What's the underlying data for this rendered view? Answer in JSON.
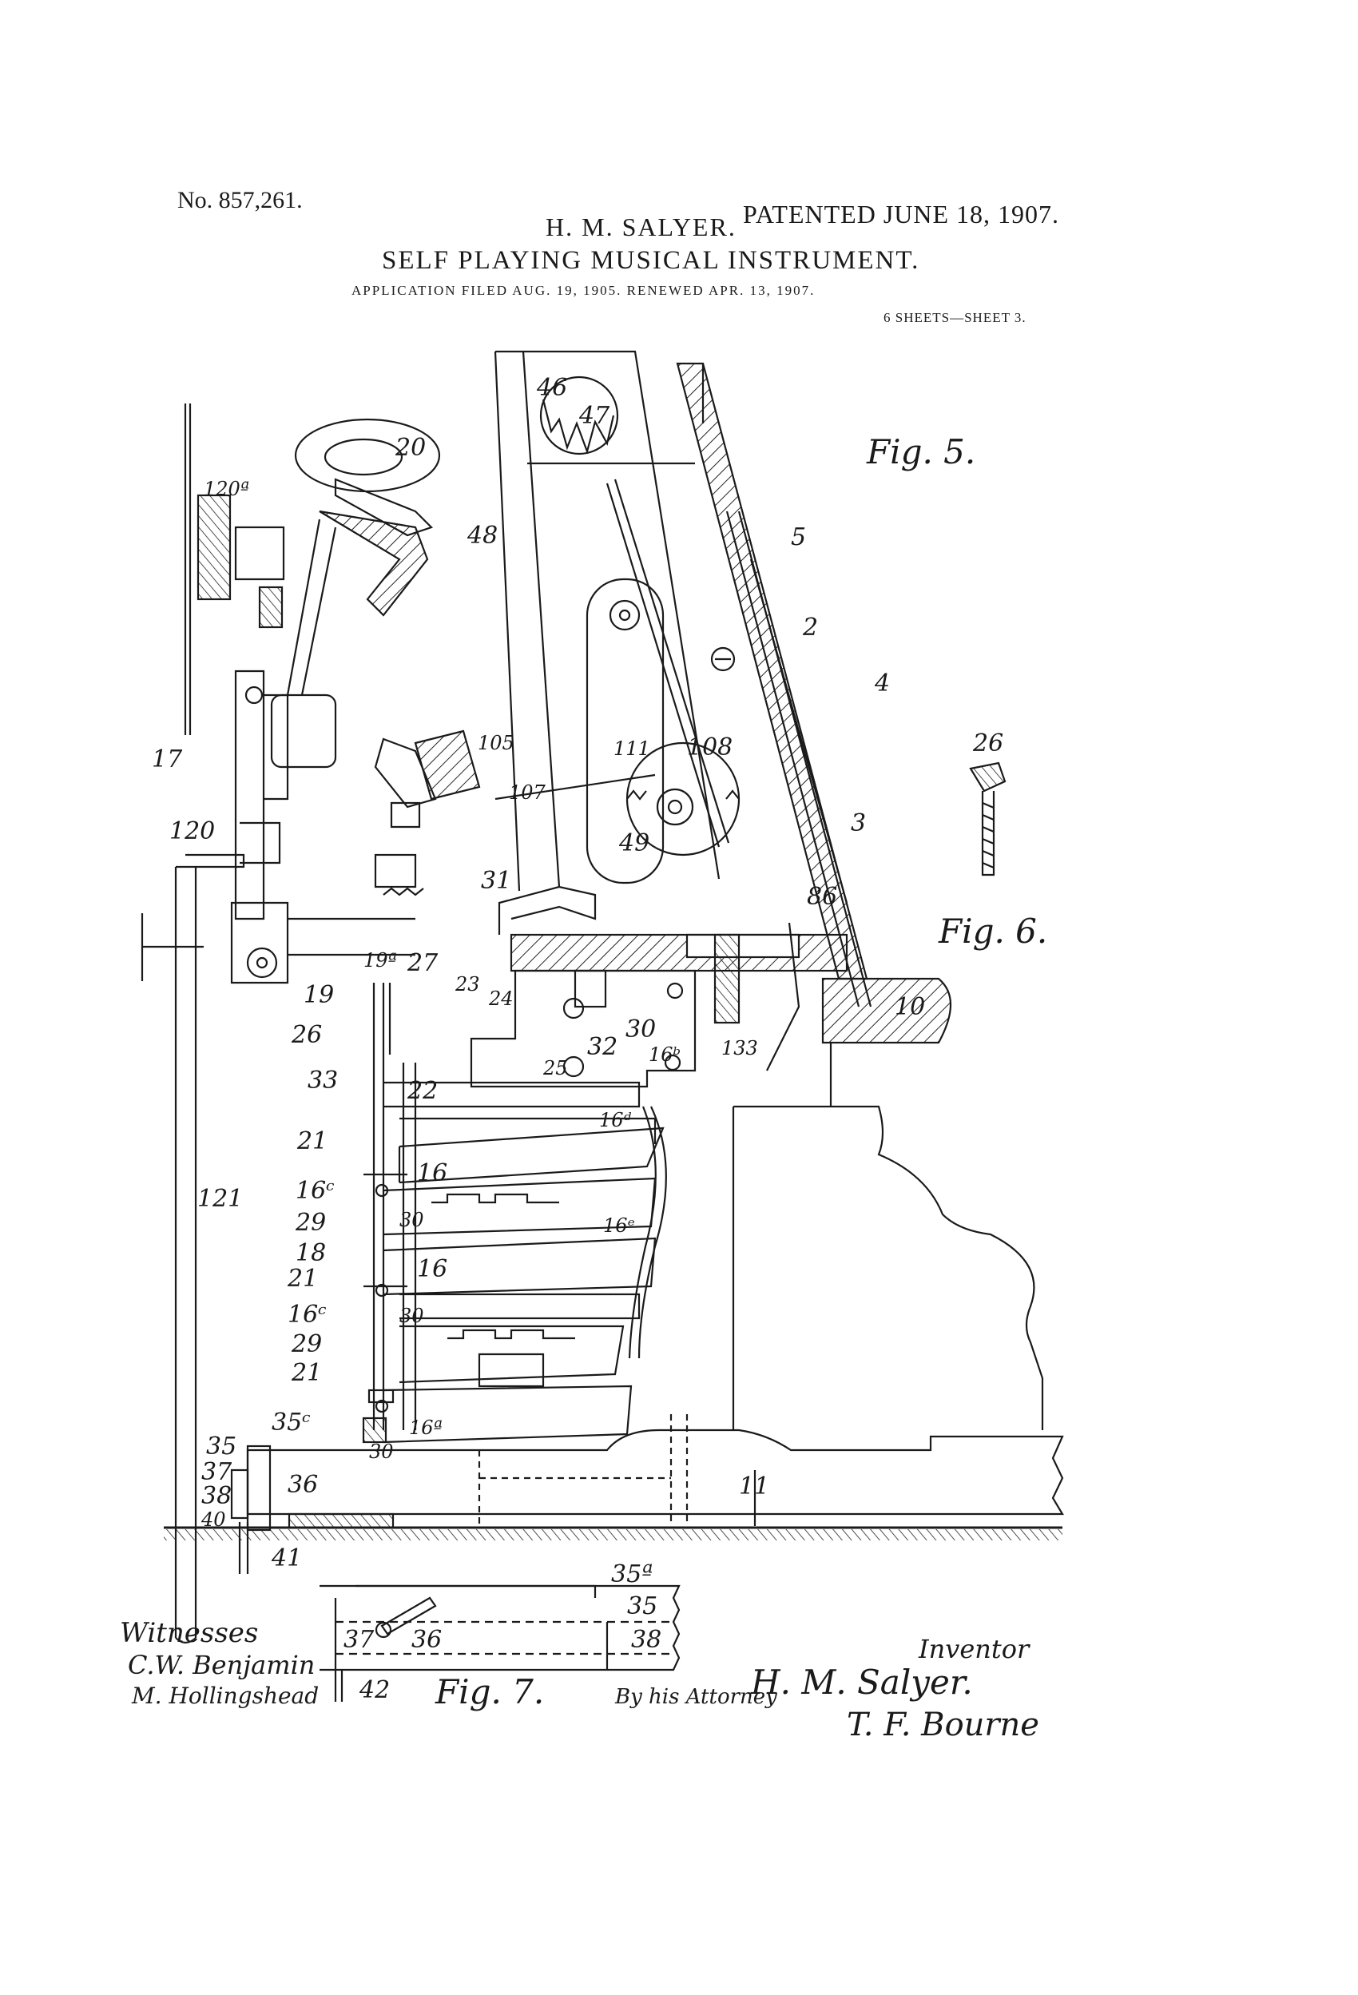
{
  "header": {
    "patent_number": "No. 857,261.",
    "inventor_name": "H. M. SALYER.",
    "patent_date": "PATENTED JUNE 18, 1907.",
    "title": "SELF PLAYING MUSICAL INSTRUMENT.",
    "application_line": "APPLICATION FILED AUG. 19, 1905. RENEWED APR. 13, 1907.",
    "sheet_info": "6 SHEETS—SHEET 3."
  },
  "figures": {
    "fig5": "Fig. 5.",
    "fig6": "Fig. 6.",
    "fig7": "Fig. 7."
  },
  "labels": {
    "l46": "46",
    "l47": "47",
    "l48": "48",
    "l5": "5",
    "l2": "2",
    "l4": "4",
    "l3": "3",
    "l20": "20",
    "l120a": "120ª",
    "l17": "17",
    "l120": "120",
    "l105": "105",
    "l107": "107",
    "l111": "111",
    "l108": "108",
    "l49": "49",
    "l31": "31",
    "l86": "86",
    "l26": "26",
    "l10": "10",
    "l19a": "19ª",
    "l27": "27",
    "l23": "23",
    "l24": "24",
    "l19": "19",
    "l26b": "26",
    "l30": "30",
    "l16b": "16ᵇ",
    "l32": "32",
    "l133": "133",
    "l33": "33",
    "l25": "25",
    "l22": "22",
    "l16d": "16ᵈ",
    "l21a": "21",
    "l16a": "16",
    "l16c1": "16ᶜ",
    "l29a": "29",
    "l30b": "30",
    "l16e": "16ᵉ",
    "l121": "121",
    "l18": "18",
    "l21b": "21",
    "l16b2": "16",
    "l16c2": "16ᶜ",
    "l30c": "30",
    "l29b": "29",
    "l21c": "21",
    "l35c": "35ᶜ",
    "l16a2": "16ª",
    "l30d": "30",
    "l35": "35",
    "l37": "37",
    "l36": "36",
    "l38": "38",
    "l40": "40",
    "l11": "11",
    "l41": "41",
    "l35a": "35ª",
    "l35b": "35",
    "l37b": "37",
    "l36b": "36",
    "l38b": "38",
    "l42": "42"
  },
  "signatures": {
    "witnesses_label": "Witnesses",
    "witness1": "C.W. Benjamin",
    "witness2": "M. Hollingshead",
    "inventor_label": "Inventor",
    "inventor_sig": "H. M. Salyer.",
    "attorney_label": "By his Attorney",
    "attorney_sig": "T. F. Bourne"
  }
}
